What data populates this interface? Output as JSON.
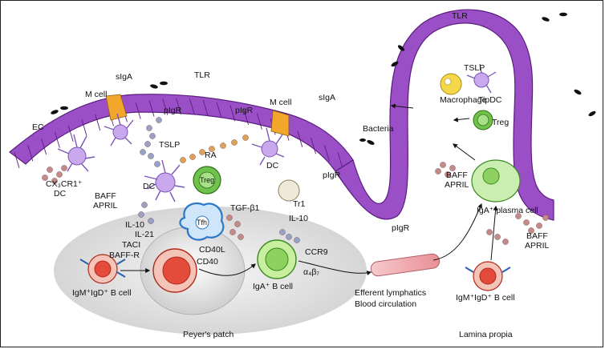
{
  "labels": {
    "ec": "EC",
    "m_cell_left": "M cell",
    "siga_left": "sIgA",
    "tlr_left": "TLR",
    "m_cell_right": "M cell",
    "siga_right": "sIgA",
    "tlr_right": "TLR",
    "tslp_left": "TSLP",
    "tslp_right": "TSLP",
    "pigr_1": "pIgR",
    "pigr_2": "pIgR",
    "pigr_3": "pIgR",
    "ra": "RA",
    "dc_peyer": "DC",
    "dc_right": "DC",
    "cx3cr1_dc": "CX₃CR1⁺",
    "cx3cr1_dc_2": "DC",
    "baff_april_left_1": "BAFF",
    "baff_april_left_2": "APRIL",
    "treg_peyer": "Treg",
    "tfh": "Tfh",
    "tgf": "TGF-β1",
    "tr1": "Tr1",
    "il10_left": "IL-10",
    "il10_right": "IL-10",
    "il21": "IL-21",
    "taci": "TACI",
    "baff_r": "BAFF-R",
    "cd40l": "CD40L",
    "cd40": "CD40",
    "ccr9": "CCR9",
    "a4b7": "α₄β₇",
    "iga_b_cell": "IgA⁺ B cell",
    "igm_igd_b_left": "IgM⁺IgD⁺ B cell",
    "igm_igd_b_right": "IgM⁺IgD⁺ B cell",
    "efferent_1": "Efferent lymphatics",
    "efferent_2": "Blood circulation",
    "peyers_patch": "Peyer's patch",
    "lamina_propria": "Lamina propia",
    "bacteria": "Bacteria",
    "macrophage": "Macrophage",
    "tipdc": "TipDC",
    "treg_lp": "Treg",
    "baff_april_right_1": "BAFF",
    "baff_april_right_2": "APRIL",
    "plasma_cell": "IgA⁺ plasma cell",
    "baff_april_lower_1": "BAFF",
    "baff_april_lower_2": "APRIL"
  },
  "colors": {
    "epithelium": "#9b4fc7",
    "epithelium_dark": "#5a1d7e",
    "m_cell": "#f2a62c",
    "dc": "#b894e6",
    "treg": "#6fc24a",
    "tfh": "#4f9fe0",
    "b_cell_red": "#e34b3b",
    "iga_b_green": "#9bd55e",
    "plasma": "#a6dd83",
    "patch": "#d9d9d9",
    "baff": "#c48a8a",
    "tslp_dot": "#9aa1c6",
    "ra_dot": "#dfa05a",
    "macrophage": "#f5d84a",
    "tr1": "#efe9d9",
    "lymph": "#f2b0b5"
  }
}
